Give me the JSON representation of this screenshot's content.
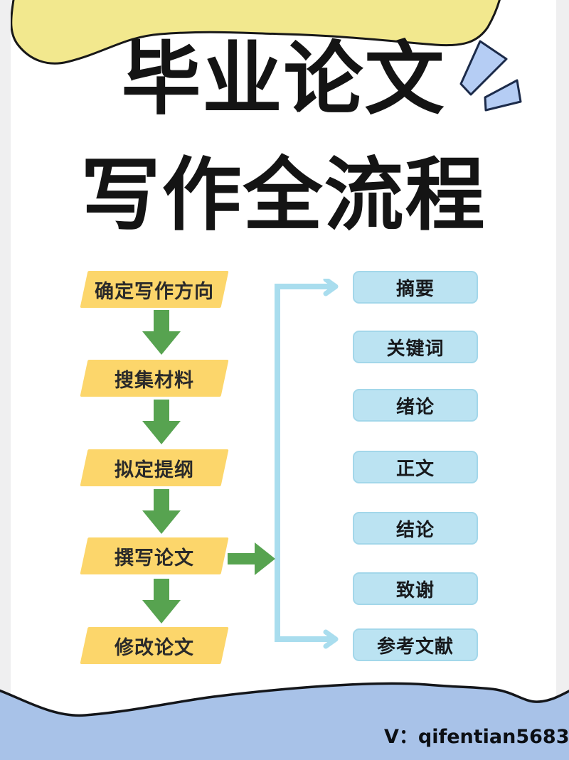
{
  "header": {
    "title_line1": "毕业论文",
    "title_line2": "写作全流程"
  },
  "flow": {
    "steps": [
      {
        "label": "确定写作方向"
      },
      {
        "label": "搜集材料"
      },
      {
        "label": "拟定提纲"
      },
      {
        "label": "撰写论文"
      },
      {
        "label": "修改论文"
      }
    ]
  },
  "outline": {
    "items": [
      {
        "label": "摘要"
      },
      {
        "label": "关键词"
      },
      {
        "label": "绪论"
      },
      {
        "label": "正文"
      },
      {
        "label": "结论"
      },
      {
        "label": "致谢"
      },
      {
        "label": "参考文献"
      }
    ]
  },
  "footer": {
    "contact": "V：qifentian5683"
  },
  "colors": {
    "blob_yellow": "#f2e88e",
    "step_fill": "#fcd66b",
    "arrow_green": "#57a350",
    "section_fill": "#bbe3f2",
    "section_border": "#a3d7ea",
    "connector_blue": "#a9ddee",
    "accent_blue": "#b5cdf4",
    "wave_blue": "#a8c2e8",
    "ink": "#141414"
  }
}
